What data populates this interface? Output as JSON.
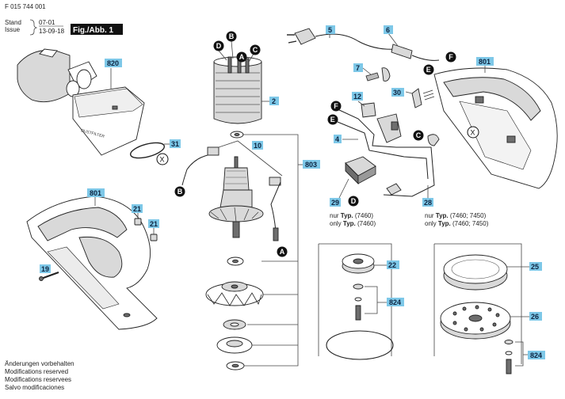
{
  "header": {
    "doc_number": "F 015 744 001",
    "stand_label": "Stand",
    "issue_label": "Issue",
    "stand_date": "07-01",
    "issue_date": "13-09-18",
    "figure_label": "Fig./Abb. 1"
  },
  "callouts": {
    "c820": "820",
    "c31": "31",
    "c801a": "801",
    "c801b": "801",
    "c21a": "21",
    "c21b": "21",
    "c19": "19",
    "c2": "2",
    "c10": "10",
    "c803": "803",
    "c5": "5",
    "c6": "6",
    "c7": "7",
    "c30": "30",
    "c12": "12",
    "c4": "4",
    "c29": "29",
    "c28": "28",
    "c22": "22",
    "c824a": "824",
    "c25": "25",
    "c26": "26",
    "c824b": "824"
  },
  "markers": {
    "A": "A",
    "B": "B",
    "C": "C",
    "D": "D",
    "E": "E",
    "F": "F",
    "X": "X"
  },
  "notes": {
    "left_line1_pre": "nur ",
    "left_line1_bold": "Typ.",
    "left_line1_post": " (7460)",
    "left_line2_pre": "only ",
    "left_line2_bold": "Typ.",
    "left_line2_post": " (7460)",
    "right_line1_pre": "nur ",
    "right_line1_bold": "Typ.",
    "right_line1_post": " (7460; 7450)",
    "right_line2_pre": "only ",
    "right_line2_bold": "Typ.",
    "right_line2_post": " (7460; 7450)"
  },
  "dust_label": "DUSTFILTER",
  "footer": {
    "line1": "Änderungen vorbehalten",
    "line2": "Modifications reserved",
    "line3": "Modifications reservees",
    "line4": "Salvo modificaciones"
  },
  "colors": {
    "callout": "#7ec8e8",
    "marker": "#111111",
    "line": "#222222"
  }
}
